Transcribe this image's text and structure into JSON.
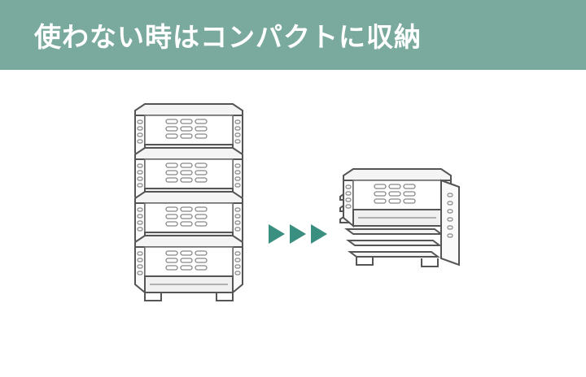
{
  "banner": {
    "title": "使わない時はコンパクトに収納",
    "background_color": "#7aa99d",
    "text_color": "#ffffff"
  },
  "illustration": {
    "left_figure": "stacked-baskets-tall",
    "right_figure": "nested-baskets-compact",
    "arrow_color": "#3a8f80",
    "basket_line_color": "#555555"
  }
}
